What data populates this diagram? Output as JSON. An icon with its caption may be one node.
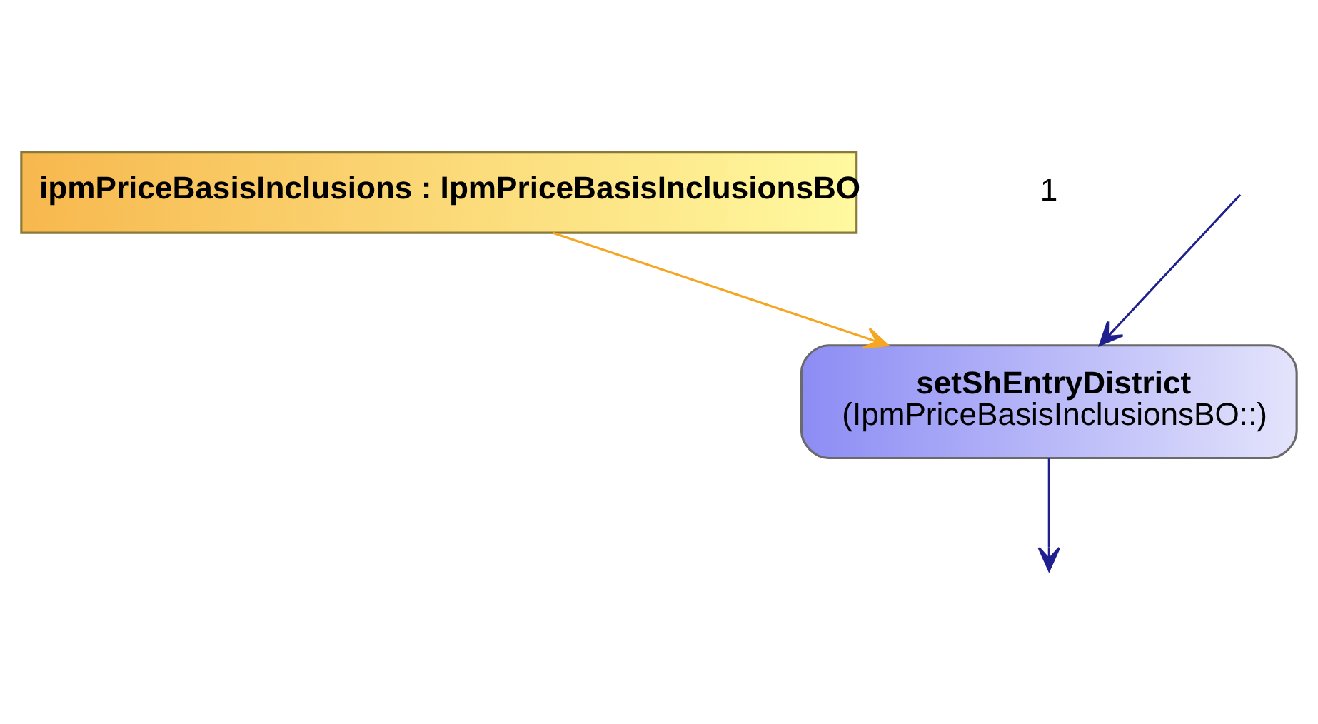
{
  "diagram": {
    "nodes": [
      {
        "text": [
          "ipmPriceBasisInclusions : IpmPriceBasisInclusionsBO"
        ]
      },
      {
        "text": [
          "setShEntryDistrict",
          "(IpmPriceBasisInclusionsBO::)"
        ]
      }
    ],
    "edges": [
      {
        "from": null,
        "to": 1,
        "arrow": "to"
      },
      {
        "from": 0,
        "to": 1,
        "arrow": "to",
        "color": "#f5a623"
      },
      {
        "from": 1,
        "to": null,
        "arrow": "to"
      }
    ],
    "labels": [
      "1"
    ]
  }
}
